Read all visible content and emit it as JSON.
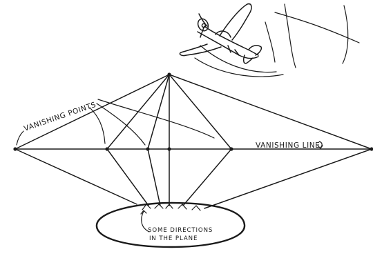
{
  "labels": {
    "vanishing_points": "VANISHING POINTS",
    "vanishing_line": "VANISHING LINE",
    "directions_line1": "SOME DIRECTIONS",
    "directions_line2": "IN THE PLANE"
  },
  "colors": {
    "ink": "#1a1a1a",
    "background": "#ffffff"
  },
  "icons": [
    "airplane-sketch"
  ]
}
